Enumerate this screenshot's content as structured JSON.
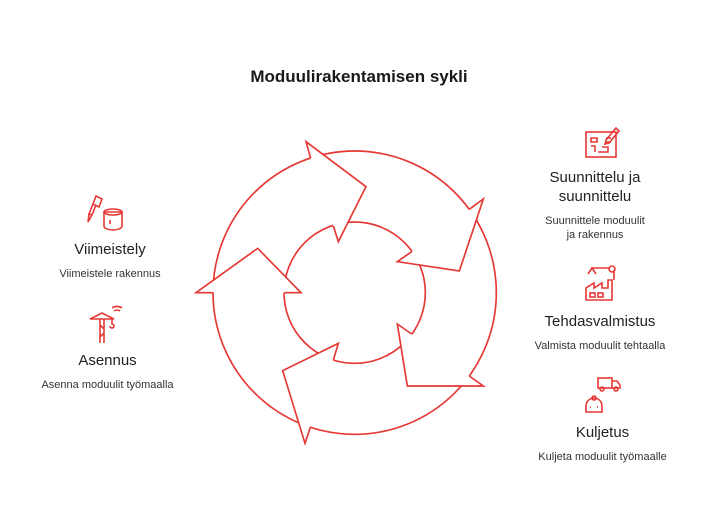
{
  "title": "Moduulirakentamisen sykli",
  "accent": "#e53935",
  "steps": [
    {
      "icon": "blueprint-pencil-icon",
      "title": "Suunnittelu ja suunnittelu",
      "desc": "Suunnittele moduulit ja rakennus"
    },
    {
      "icon": "factory-robot-arm-icon",
      "title": "Tehdasvalmistus",
      "desc": "Valmista moduulit tehtaalla"
    },
    {
      "icon": "truck-robot-icon",
      "title": "Kuljetus",
      "desc": "Kuljeta moduulit työmaalle"
    },
    {
      "icon": "crane-icon",
      "title": "Asennus",
      "desc": "Asenna moduulit työmaalla"
    },
    {
      "icon": "paint-brush-bucket-icon",
      "title": "Viimeistely",
      "desc": "Viimeistele rakennus"
    }
  ]
}
